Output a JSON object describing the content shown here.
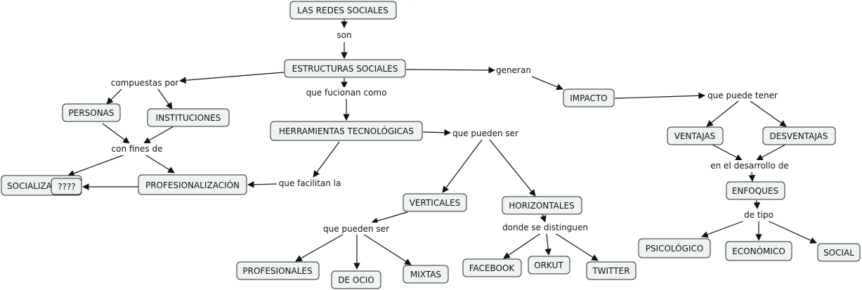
{
  "concepts": {
    "redes": "LAS REDES SOCIALES",
    "estructuras": "ESTRUCTURAS SOCIALES",
    "personas": "PERSONAS",
    "instituciones": "INSTITUCIONES",
    "socializacion": "SOCIALIZACIÓN",
    "unknown": "????",
    "profesionalizacion": "PROFESIONALIZACIÓN",
    "herramientas": "HERRAMIENTAS TECNOLÓGICAS",
    "verticales": "VERTICALES",
    "horizontales": "HORIZONTALES",
    "profesionales": "PROFESIONALES",
    "ocio": "DE OCIO",
    "mixtas": "MIXTAS",
    "facebook": "FACEBOOK",
    "orkut": "ORKUT",
    "twitter": "TWITTER",
    "impacto": "IMPACTO",
    "ventajas": "VENTAJAS",
    "desventajas": "DESVENTAJAS",
    "enfoques": "ENFOQUES",
    "psicologico": "PSICOLÓGICO",
    "economico": "ECONÓMICO",
    "social": "SOCIAL"
  },
  "linking_phrases": {
    "son": "son",
    "compuestas": "compuestas por",
    "fucionan": "que fucionan como",
    "generan": "generan",
    "fines": "con fines de",
    "pueden": "que pueden ser",
    "facilitan": "que facilitan la",
    "pueden2": "que pueden ser",
    "distinguen": "donde se distinguen",
    "tener": "que puede tener",
    "desarrollo": "en el desarrollo de",
    "tipo": "de tipo"
  }
}
